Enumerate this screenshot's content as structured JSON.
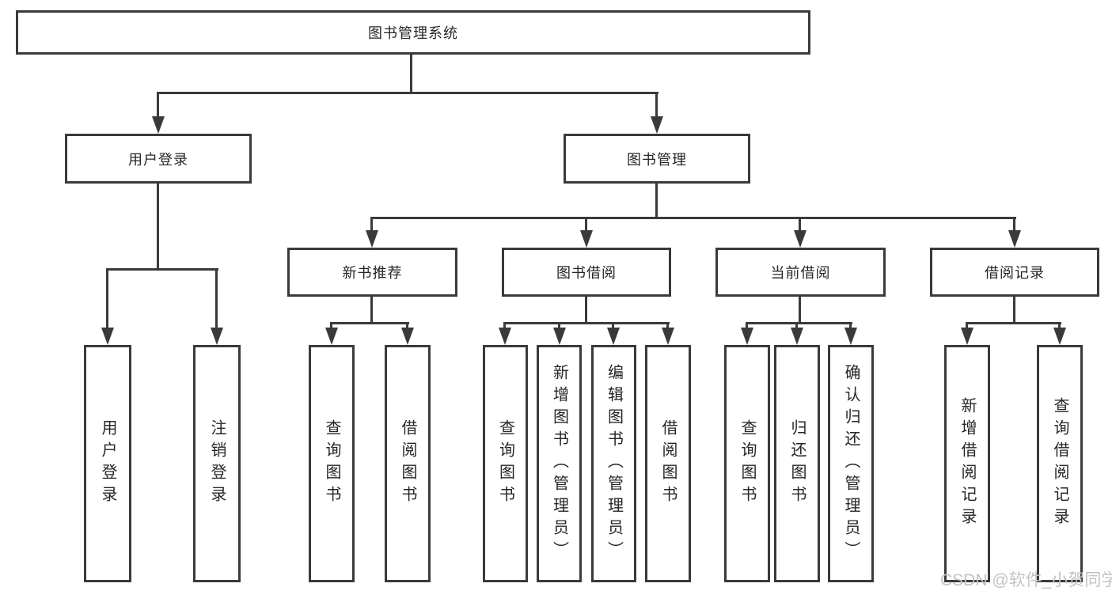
{
  "diagram_type": "hierarchy",
  "root": {
    "label": "图书管理系统"
  },
  "level2": {
    "user_login": {
      "label": "用户登录"
    },
    "book_management": {
      "label": "图书管理"
    }
  },
  "level3": {
    "new_book_recommend": {
      "label": "新书推荐"
    },
    "book_borrow": {
      "label": "图书借阅"
    },
    "current_borrow": {
      "label": "当前借阅"
    },
    "borrow_records": {
      "label": "借阅记录"
    }
  },
  "leaves": {
    "user_login": {
      "label": "用户登录"
    },
    "logout": {
      "label": "注销登录"
    },
    "recommend_query_book": {
      "label": "查询图书"
    },
    "recommend_borrow_book": {
      "label": "借阅图书"
    },
    "borrow_query_book": {
      "label": "查询图书"
    },
    "borrow_add_book": {
      "label": "新增图书（管理员）"
    },
    "borrow_edit_book": {
      "label": "编辑图书（管理员）"
    },
    "borrow_borrow_book": {
      "label": "借阅图书"
    },
    "current_query_book": {
      "label": "查询图书"
    },
    "current_return_book": {
      "label": "归还图书"
    },
    "current_confirm_return": {
      "label": "确认归还（管理员）"
    },
    "records_add_record": {
      "label": "新增借阅记录"
    },
    "records_query_record": {
      "label": "查询借阅记录"
    }
  },
  "watermark": {
    "text": "CSDN @软件_小贺同学"
  },
  "colors": {
    "line": "#3a3a3a",
    "text": "#262626",
    "watermark": "#c3c3c3",
    "background": "#ffffff"
  }
}
